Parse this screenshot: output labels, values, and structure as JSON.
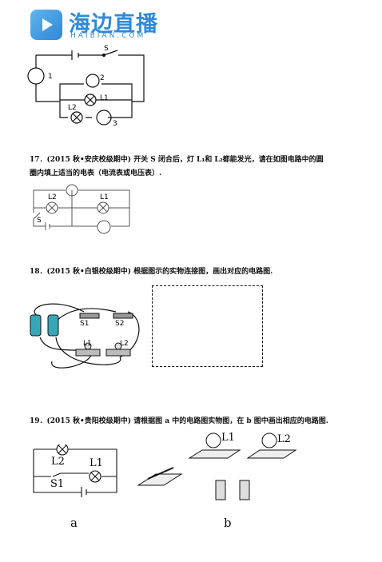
{
  "header": {
    "brand_name": "海边直播",
    "brand_url": "HAIBIAN.COM"
  },
  "figure_top": {
    "switch_label": "S",
    "meter1": "1",
    "meter2": "2",
    "meter3": "3",
    "lamp1": "L1",
    "lamp2": "L2"
  },
  "q17": {
    "text_line1": "17．(2015 秋•安庆校级期中) 开关 S 闭合后，灯 L₁和 L₂都能发光，请在如图电路中的圆",
    "text_line2": "圈内填上适当的电表（电流表或电压表）.",
    "lamp1": "L1",
    "lamp2": "L2",
    "switch_label": "S"
  },
  "q18": {
    "text": "18．(2015 秋•白银校级期中) 根据图示的实物连接图，画出对应的电路图.",
    "switch1": "S1",
    "switch2": "S2",
    "lamp1": "L1",
    "lamp2": "L2"
  },
  "q19": {
    "text": "19．(2015 秋•贵阳校级期中) 请根据图 a 中的电路图实物图，在 b 图中画出相应的电路图.",
    "lamp2": "L2",
    "lamp1": "L1",
    "switch_label": "S1",
    "caption_a": "a",
    "caption_b": "b",
    "b_lamp1": "L1",
    "b_lamp2": "L2"
  }
}
